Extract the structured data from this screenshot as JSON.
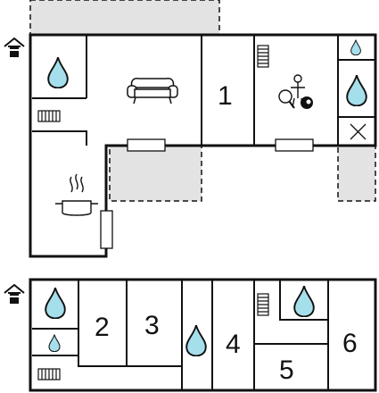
{
  "floors": [
    {
      "name": "ground-floor",
      "rooms": [
        {
          "id": "room-1",
          "number": "1"
        }
      ]
    },
    {
      "name": "upper-floor",
      "rooms": [
        {
          "id": "room-2",
          "number": "2"
        },
        {
          "id": "room-3",
          "number": "3"
        },
        {
          "id": "room-4",
          "number": "4"
        },
        {
          "id": "room-5",
          "number": "5"
        },
        {
          "id": "room-6",
          "number": "6"
        }
      ]
    }
  ],
  "icons": [
    "house-entrance-icon",
    "water-drop-icon",
    "radiator-icon",
    "sofa-icon",
    "table-tennis-billiards-icon",
    "cooking-pot-icon",
    "door-icon",
    "window-icon"
  ],
  "colors": {
    "wall": "#111111",
    "terrace_fill": "#e3e3e3",
    "water": "#a6dfec"
  }
}
